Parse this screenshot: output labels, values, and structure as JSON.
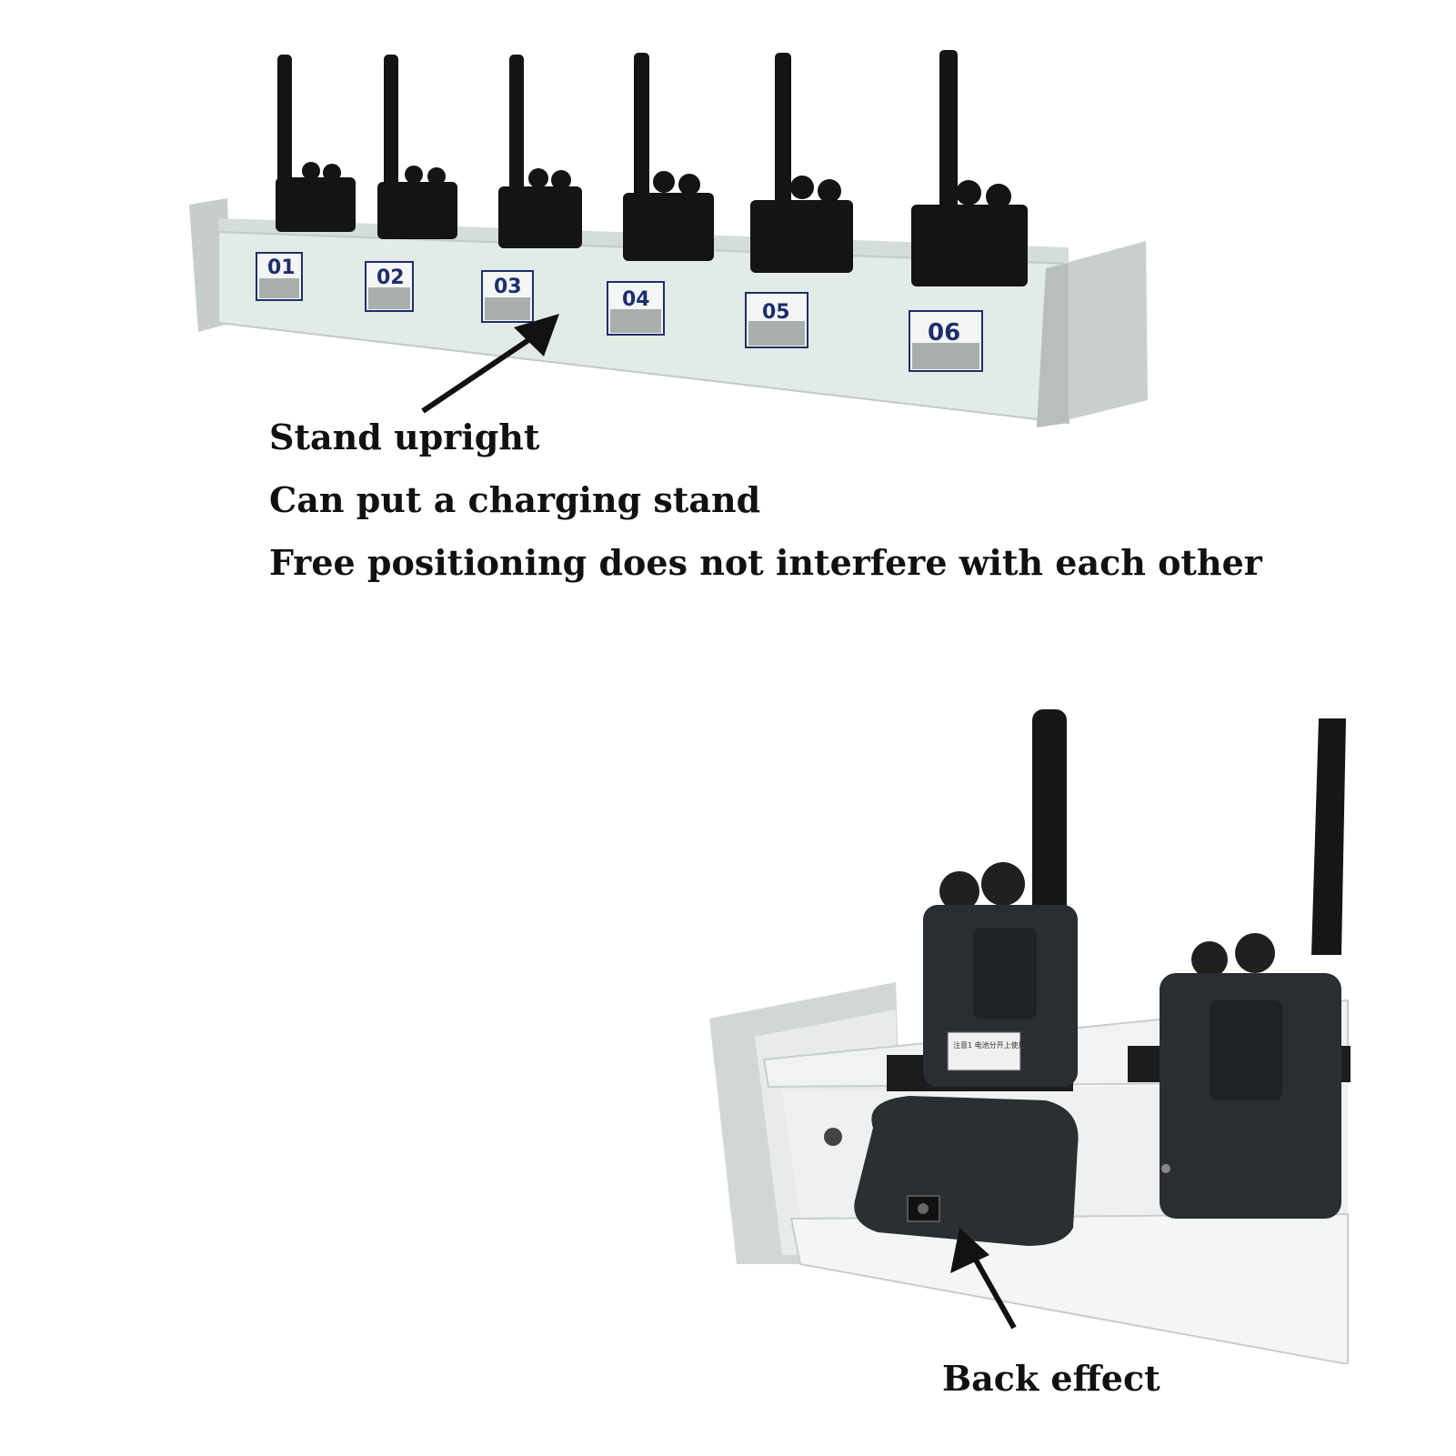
{
  "top": {
    "slot_labels": [
      "01",
      "02",
      "03",
      "04",
      "05",
      "06"
    ],
    "captions": [
      "Stand upright",
      "Can put a charging stand",
      "Free positioning does not interfere with each other"
    ]
  },
  "bottom": {
    "label_small": "注意1 电池分开上使用",
    "caption": "Back effect"
  },
  "colors": {
    "rack_face": "#e3ebe6",
    "rack_side": "#c9d0cc",
    "radio_black": "#141414",
    "label_border": "#1d2f6b"
  }
}
